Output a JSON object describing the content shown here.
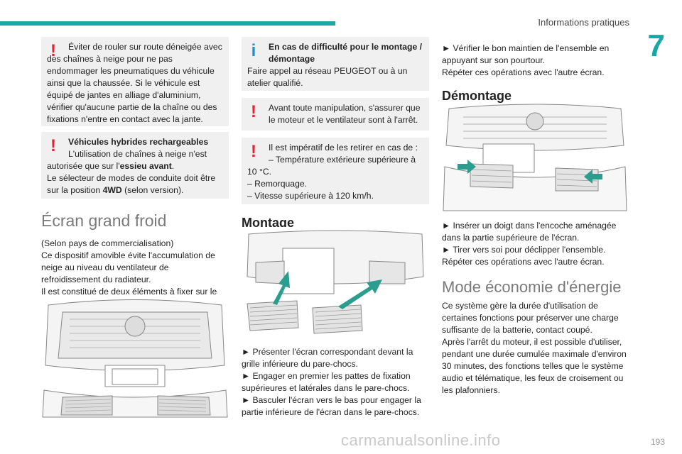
{
  "header": {
    "section": "Informations pratiques",
    "chapter": "7"
  },
  "left": {
    "warn1": "Éviter de rouler sur route déneigée avec des chaînes à neige pour ne pas endommager les pneumatiques du véhicule ainsi que la chaussée. Si le véhicule est équipé de jantes en alliage d'aluminium, vérifier qu'aucune partie de la chaîne ou des fixations n'entre en contact avec la jante.",
    "hybrid_title": "Véhicules hybrides rechargeables",
    "hybrid_text1": "L'utilisation de chaînes à neige n'est autorisée que sur l'",
    "hybrid_bold": "essieu avant",
    "hybrid_text2": ".",
    "hybrid_text3": "Le sélecteur de modes de conduite doit être sur la position ",
    "hybrid_bold2": "4WD",
    "hybrid_text4": " (selon version).",
    "ecran_title": "Écran grand froid",
    "ecran_text": "(Selon pays de commercialisation)\nCe dispositif amovible évite l'accumulation de neige au niveau du ventilateur de refroidissement du radiateur.\nIl est constitué de deux éléments à fixer sur le pare-chocs avant."
  },
  "middle": {
    "info_title": "En cas de difficulté pour le montage / démontage",
    "info_text": "Faire appel au réseau PEUGEOT ou à un atelier qualifié.",
    "warn2": "Avant toute manipulation, s'assurer que le moteur et le ventilateur sont à l'arrêt.",
    "warn3_line1": "Il est impératif de les retirer en cas de :",
    "warn3_line2": "– Température extérieure supérieure à 10 °C.",
    "warn3_line3": "– Remorquage.",
    "warn3_line4": "– Vitesse supérieure à 120 km/h.",
    "montage_title": "Montage",
    "montage_text1": "► Présenter l'écran correspondant devant la grille inférieure du pare-chocs.",
    "montage_text2": "► Engager en premier les pattes de fixation supérieures et latérales dans le pare-chocs.",
    "montage_text3": "► Basculer l'écran vers le bas pour engager la partie inférieure de l'écran dans le pare-chocs."
  },
  "right": {
    "top_text1": "► Vérifier le bon maintien de l'ensemble en appuyant sur son pourtour.",
    "top_text2": "Répéter ces opérations avec l'autre écran.",
    "demontage_title": "Démontage",
    "demontage_text1": "► Insérer un doigt dans l'encoche aménagée dans la partie supérieure de l'écran.",
    "demontage_text2": "► Tirer vers soi pour déclipper l'ensemble.",
    "demontage_text3": "Répéter ces opérations avec l'autre écran.",
    "eco_title": "Mode économie d'énergie",
    "eco_text": "Ce système gère la durée d'utilisation de certaines fonctions pour préserver une charge suffisante de la batterie, contact coupé.\nAprès l'arrêt du moteur, il est possible d'utiliser, pendant une durée cumulée maximale d'environ 30 minutes, des fonctions telles que le système audio et télématique, les feux de croisement ou les plafonniers."
  },
  "footer": {
    "page": "193",
    "watermark": "carmanualsonline.info"
  },
  "colors": {
    "accent": "#1aa7a8",
    "warning": "#e52133",
    "info": "#1e8fd6",
    "box_bg": "#f0f0f0"
  },
  "icons": [
    "warning-exclamation-icon",
    "info-icon",
    "arrow-icon"
  ]
}
